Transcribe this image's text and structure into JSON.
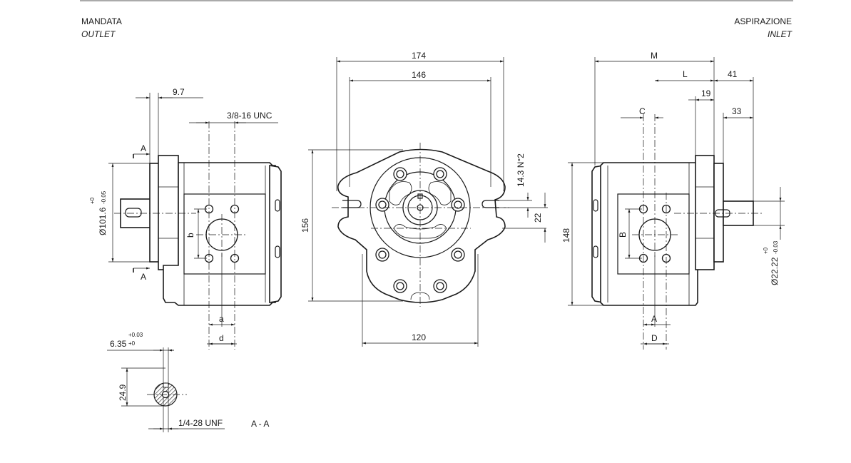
{
  "header": {
    "left_it": "MANDATA",
    "left_en": "OUTLET",
    "right_it": "ASPIRAZIONE",
    "right_en": "INLET"
  },
  "left_view": {
    "dim_97": "9.7",
    "dim_thread": "3/8-16 UNC",
    "section_a_top": "A",
    "section_a_bottom": "A",
    "dim_diameter": "Ø101.6",
    "tol_upper": "+0",
    "tol_lower": "-0.05",
    "dim_b": "b",
    "dim_a": "a",
    "dim_d": "d"
  },
  "front_view": {
    "dim_174": "174",
    "dim_146": "146",
    "dim_156": "156",
    "dim_120": "120",
    "dim_143": "14.3 N°2",
    "dim_22": "22"
  },
  "right_view": {
    "dim_M": "M",
    "dim_L": "L",
    "dim_41": "41",
    "dim_19": "19",
    "dim_33": "33",
    "dim_C": "C",
    "dim_B": "B",
    "dim_148": "148",
    "dim_A": "A",
    "dim_D": "D",
    "dim_diameter": "Ø22.22",
    "tol_upper": "+0",
    "tol_lower": "-0.03"
  },
  "section_view": {
    "dim_635": "6.35",
    "tol_upper": "+0.03",
    "tol_lower": "+0",
    "dim_249": "24.9",
    "dim_thread": "1/4-28 UNF",
    "section_label": "A - A"
  }
}
